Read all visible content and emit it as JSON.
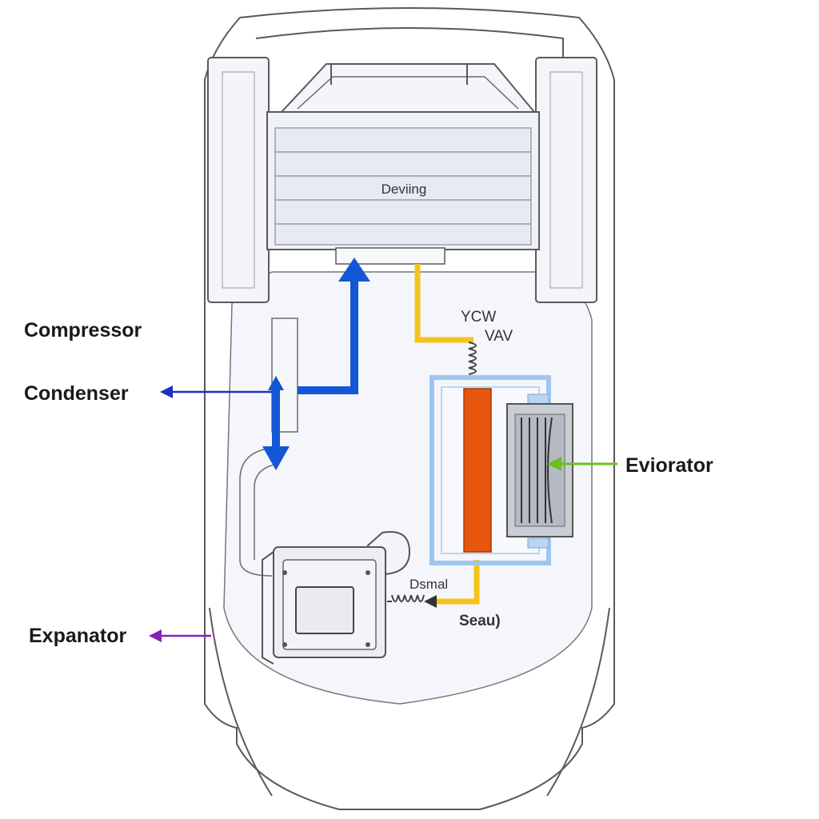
{
  "labels": {
    "top_unit": "Deviing",
    "compressor": "Compressor",
    "condenser": "Condenser",
    "evaporator": "Eviorator",
    "expander": "Expanator",
    "valve_top": "YCW",
    "valve_bottom": "VAV",
    "lower_fitting": "Dsmal",
    "seal": "Seau)"
  },
  "colors": {
    "condenser_arrow": "#1f2fc0",
    "evaporator_arrow": "#6bbf1e",
    "expander_arrow": "#8a1fb8",
    "blue_flow": "#1357d6",
    "yellow_line": "#f5c31c",
    "orange_core": "#e8550f",
    "evap_frame": "#9ec6f0"
  },
  "icons": [
    "arrow-left-icon",
    "arrow-up-icon",
    "arrow-down-icon"
  ]
}
